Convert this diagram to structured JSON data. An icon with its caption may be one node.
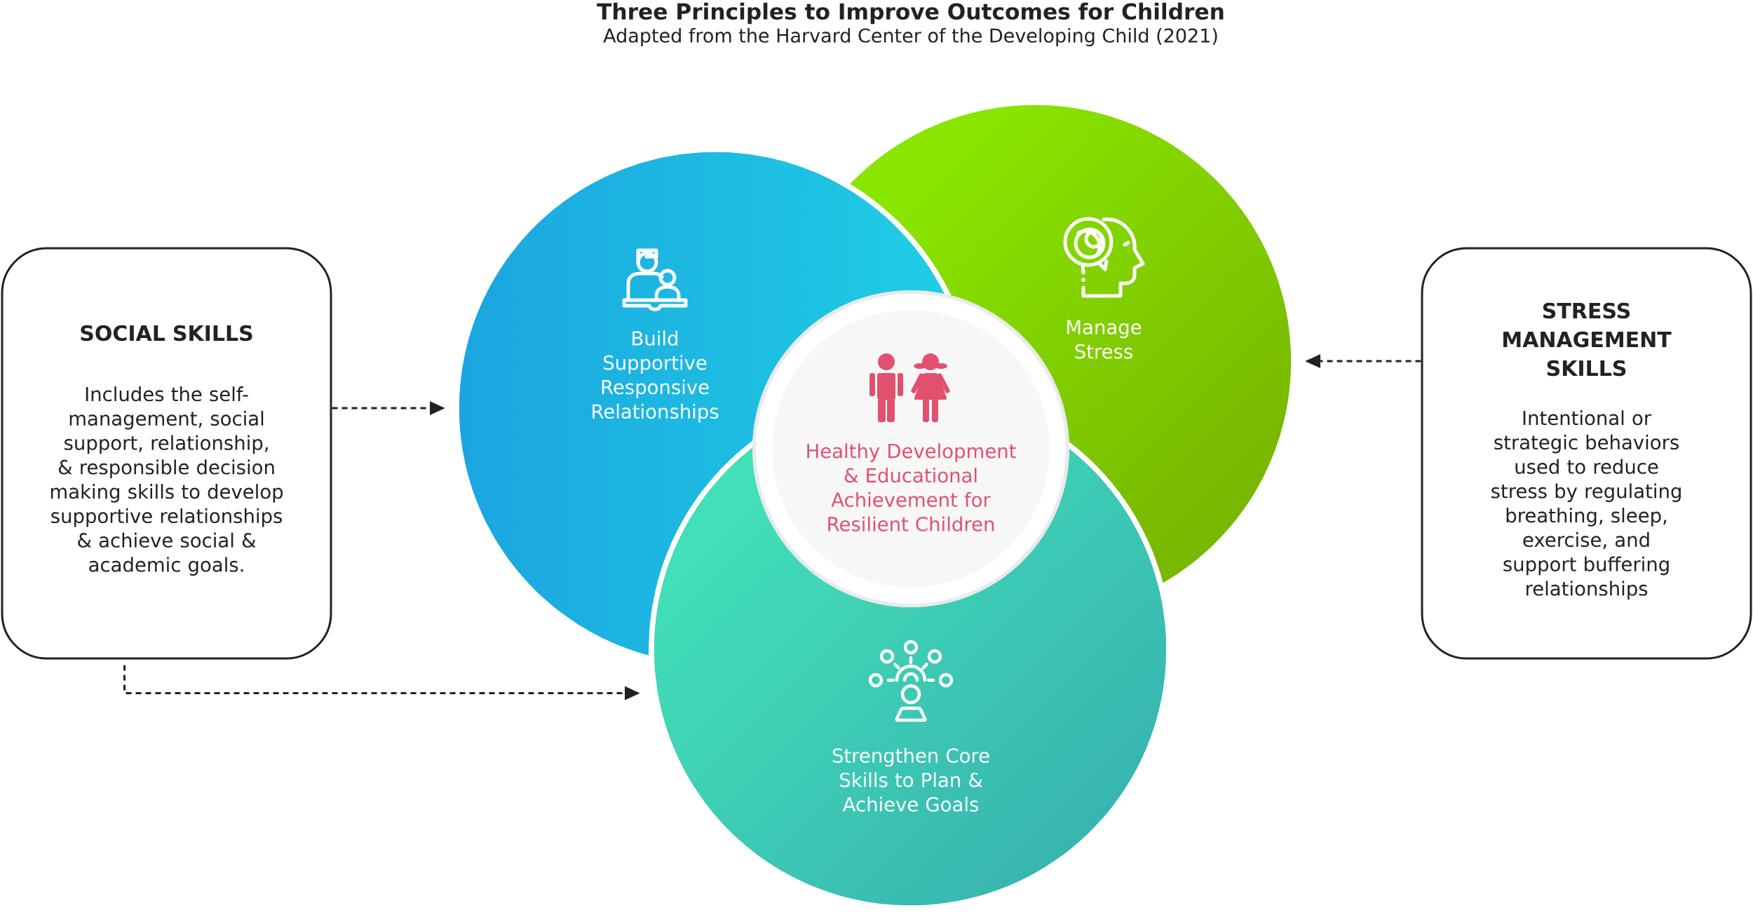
{
  "diagram": {
    "title": "Three Principles to Improve Outcomes for Children",
    "nodes": [
      {
        "text": [
          "SOCIAL SKILLS",
          "Includes the self-management, social support, relationship, & responsible decision making skills to develop supportive relationships & achieve social & academic goals."
        ]
      },
      {
        "text": [
          "Build Supportive Responsive Relationships"
        ]
      },
      {
        "text": [
          "Manage Stress"
        ]
      },
      {
        "text": [
          "Healthy Development & Educational Achievement for Resilient Children"
        ]
      },
      {
        "text": [
          "Strengthen Core Skills to Plan & Achieve Goals"
        ]
      },
      {
        "text": [
          "STRESS MANAGEMENT SKILLS",
          "Intentional or strategic behaviors used to reduce stress by regulating breathing, sleep, exercise, and support buffering relationships"
        ]
      }
    ],
    "edges": [
      {
        "from": 0,
        "to": 1,
        "arrow": "to",
        "style": "dashed"
      },
      {
        "from": 0,
        "to": 4,
        "arrow": "to",
        "style": "dashed"
      },
      {
        "from": 5,
        "to": 2,
        "arrow": "to",
        "style": "dashed"
      }
    ],
    "labels": [
      "Adapted from the Harvard Center of the Developing Child (2021)"
    ]
  }
}
